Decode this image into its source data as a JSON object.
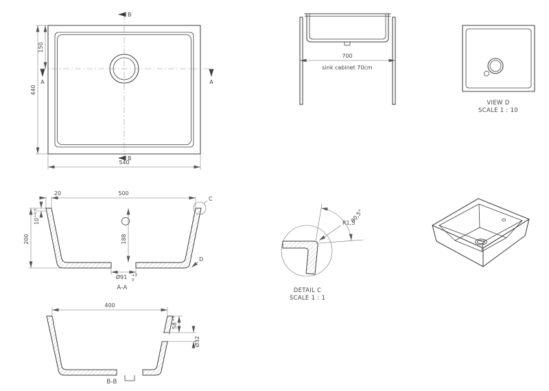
{
  "palette": {
    "line": "#3d3d3d",
    "dim": "#6a6a6a",
    "text": "#444444",
    "background": "#ffffff"
  },
  "plan_view": {
    "section_label_b_top": "B",
    "section_label_b_bottom": "B",
    "section_label_a_left": "A",
    "section_label_a_right": "A",
    "dim_depth": "440",
    "dim_drain_offset": "150",
    "dim_width": "540"
  },
  "cabinet_view": {
    "dim_width": "700",
    "caption": "sink cabinet 70cm"
  },
  "view_d": {
    "title": "VIEW D",
    "scale": "SCALE 1 : 10"
  },
  "section_aa": {
    "title": "A-A",
    "dim_flange_width": "20",
    "dim_bowl_width": "500",
    "dim_rim_thickness": "10",
    "dim_rim_thickness_tol": "+0,5",
    "dim_overall_height": "200",
    "dim_bowl_depth": "188",
    "dim_drain_diameter": "Ø91",
    "dim_drain_tol_upper": "+2",
    "dim_drain_tol_lower": "0",
    "detail_label": "C",
    "view_label": "D"
  },
  "detail_c": {
    "title": "DETAIL C",
    "scale": "SCALE 1 : 1",
    "dim_radius": "R1,5",
    "dim_angle": "90,5°"
  },
  "section_bb": {
    "title": "B-B",
    "dim_bowl_width": "400",
    "dim_overflow_offset": "58",
    "dim_overflow_offset_tol": "+1",
    "dim_overflow_diameter": "Ø32"
  }
}
